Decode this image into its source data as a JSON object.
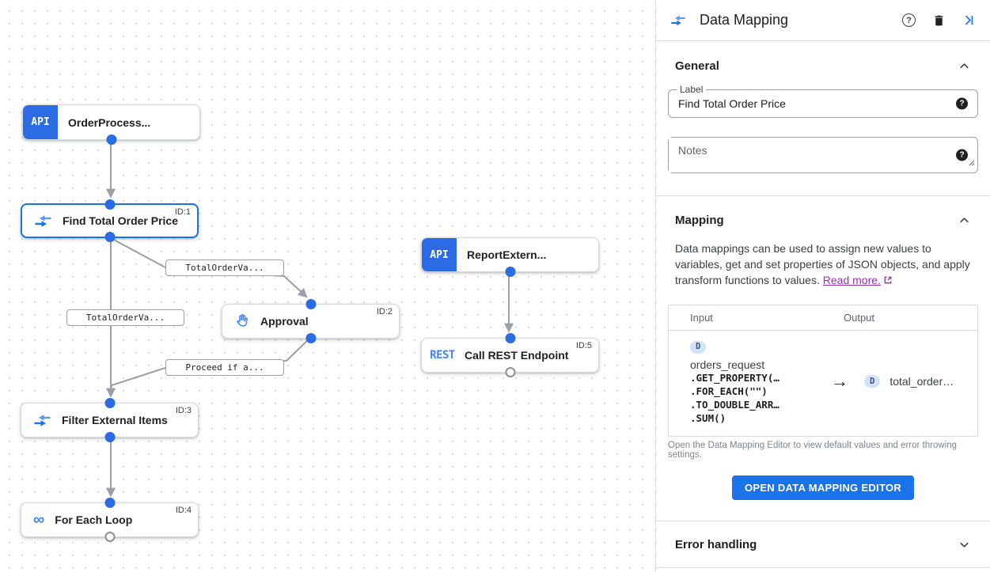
{
  "colors": {
    "accent_blue": "#1a73e8",
    "node_badge_blue": "#2b6be4",
    "icon_light_blue": "#4285f4",
    "link_purple": "#9333b3",
    "edge_gray": "#9aa0a6",
    "badge_bg_blue": "#d2e3fc"
  },
  "canvas": {
    "nodes": {
      "order_process": {
        "badge": "API",
        "label": "OrderProcess..."
      },
      "find_total": {
        "label": "Find Total Order Price",
        "id": "ID:1"
      },
      "report_extern": {
        "badge": "API",
        "label": "ReportExtern..."
      },
      "approval": {
        "label": "Approval",
        "id": "ID:2"
      },
      "call_rest": {
        "badge": "REST",
        "label": "Call REST Endpoint",
        "id": "ID:5"
      },
      "filter_items": {
        "label": "Filter External Items",
        "id": "ID:3"
      },
      "for_each": {
        "label": "For Each Loop",
        "id": "ID:4"
      }
    },
    "edge_labels": {
      "total_order_1": "TotalOrderVa...",
      "total_order_2": "TotalOrderVa...",
      "proceed_if": "Proceed if a..."
    }
  },
  "panel": {
    "title": "Data Mapping",
    "header_icons": [
      "help-icon",
      "delete-icon",
      "collapse-panel-icon"
    ],
    "general": {
      "title": "General",
      "label_field": {
        "label": "Label",
        "value": "Find Total Order Price"
      },
      "notes_field": {
        "placeholder": "Notes"
      }
    },
    "mapping": {
      "title": "Mapping",
      "description": "Data mappings can be used to assign new values to variables, get and set properties of JSON objects, and apply transform functions to values.",
      "read_more": "Read more.",
      "table": {
        "input_header": "Input",
        "output_header": "Output",
        "input_badge": "D",
        "input_var": "orders_request",
        "input_lines": [
          ".GET_PROPERTY(…",
          ".FOR_EACH(\"\")",
          ".TO_DOUBLE_ARR…",
          ".SUM()"
        ],
        "arrow": "→",
        "output_badge": "D",
        "output_var": "total_order…"
      },
      "caption": "Open the Data Mapping Editor to view default values and error throwing settings.",
      "button": "OPEN DATA MAPPING EDITOR"
    },
    "error_handling": {
      "title": "Error handling"
    }
  }
}
